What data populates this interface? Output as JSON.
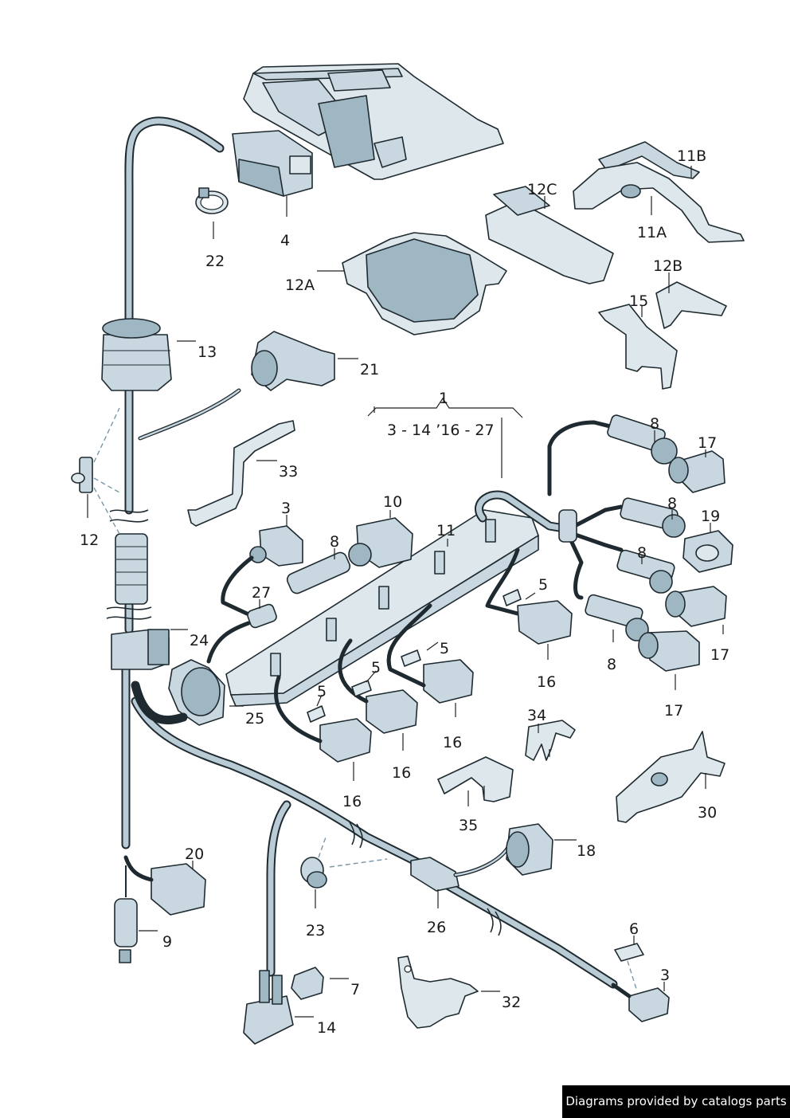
{
  "labels": {
    "p1": "1",
    "p1_range": "3 - 14  ’16 - 27",
    "p3a": "3",
    "p3b": "3",
    "p4": "4",
    "p5a": "5",
    "p5b": "5",
    "p5c": "5",
    "p5d": "5",
    "p6": "6",
    "p7": "7",
    "p8a": "8",
    "p8b": "8",
    "p8c": "8",
    "p8d": "8",
    "p8e": "8",
    "p9": "9",
    "p10": "10",
    "p11": "11",
    "p11A": "11A",
    "p11B": "11B",
    "p12": "12",
    "p12A": "12A",
    "p12B": "12B",
    "p12C": "12C",
    "p13": "13",
    "p14": "14",
    "p15": "15",
    "p16a": "16",
    "p16b": "16",
    "p16c": "16",
    "p16d": "16",
    "p17a": "17",
    "p17b": "17",
    "p17c": "17",
    "p18": "18",
    "p19": "19",
    "p20": "20",
    "p21": "21",
    "p22": "22",
    "p23": "23",
    "p24": "24",
    "p25": "25",
    "p26": "26",
    "p27": "27",
    "p30": "30",
    "p32": "32",
    "p33": "33",
    "p34": "34",
    "p35": "35"
  },
  "footer": {
    "credit": "Diagrams provided by catalogs parts",
    "background": "#000000",
    "text_color": "#ffffff"
  },
  "colors": {
    "part_fill": "#c9d8e0",
    "part_outline": "#1e2a30"
  }
}
